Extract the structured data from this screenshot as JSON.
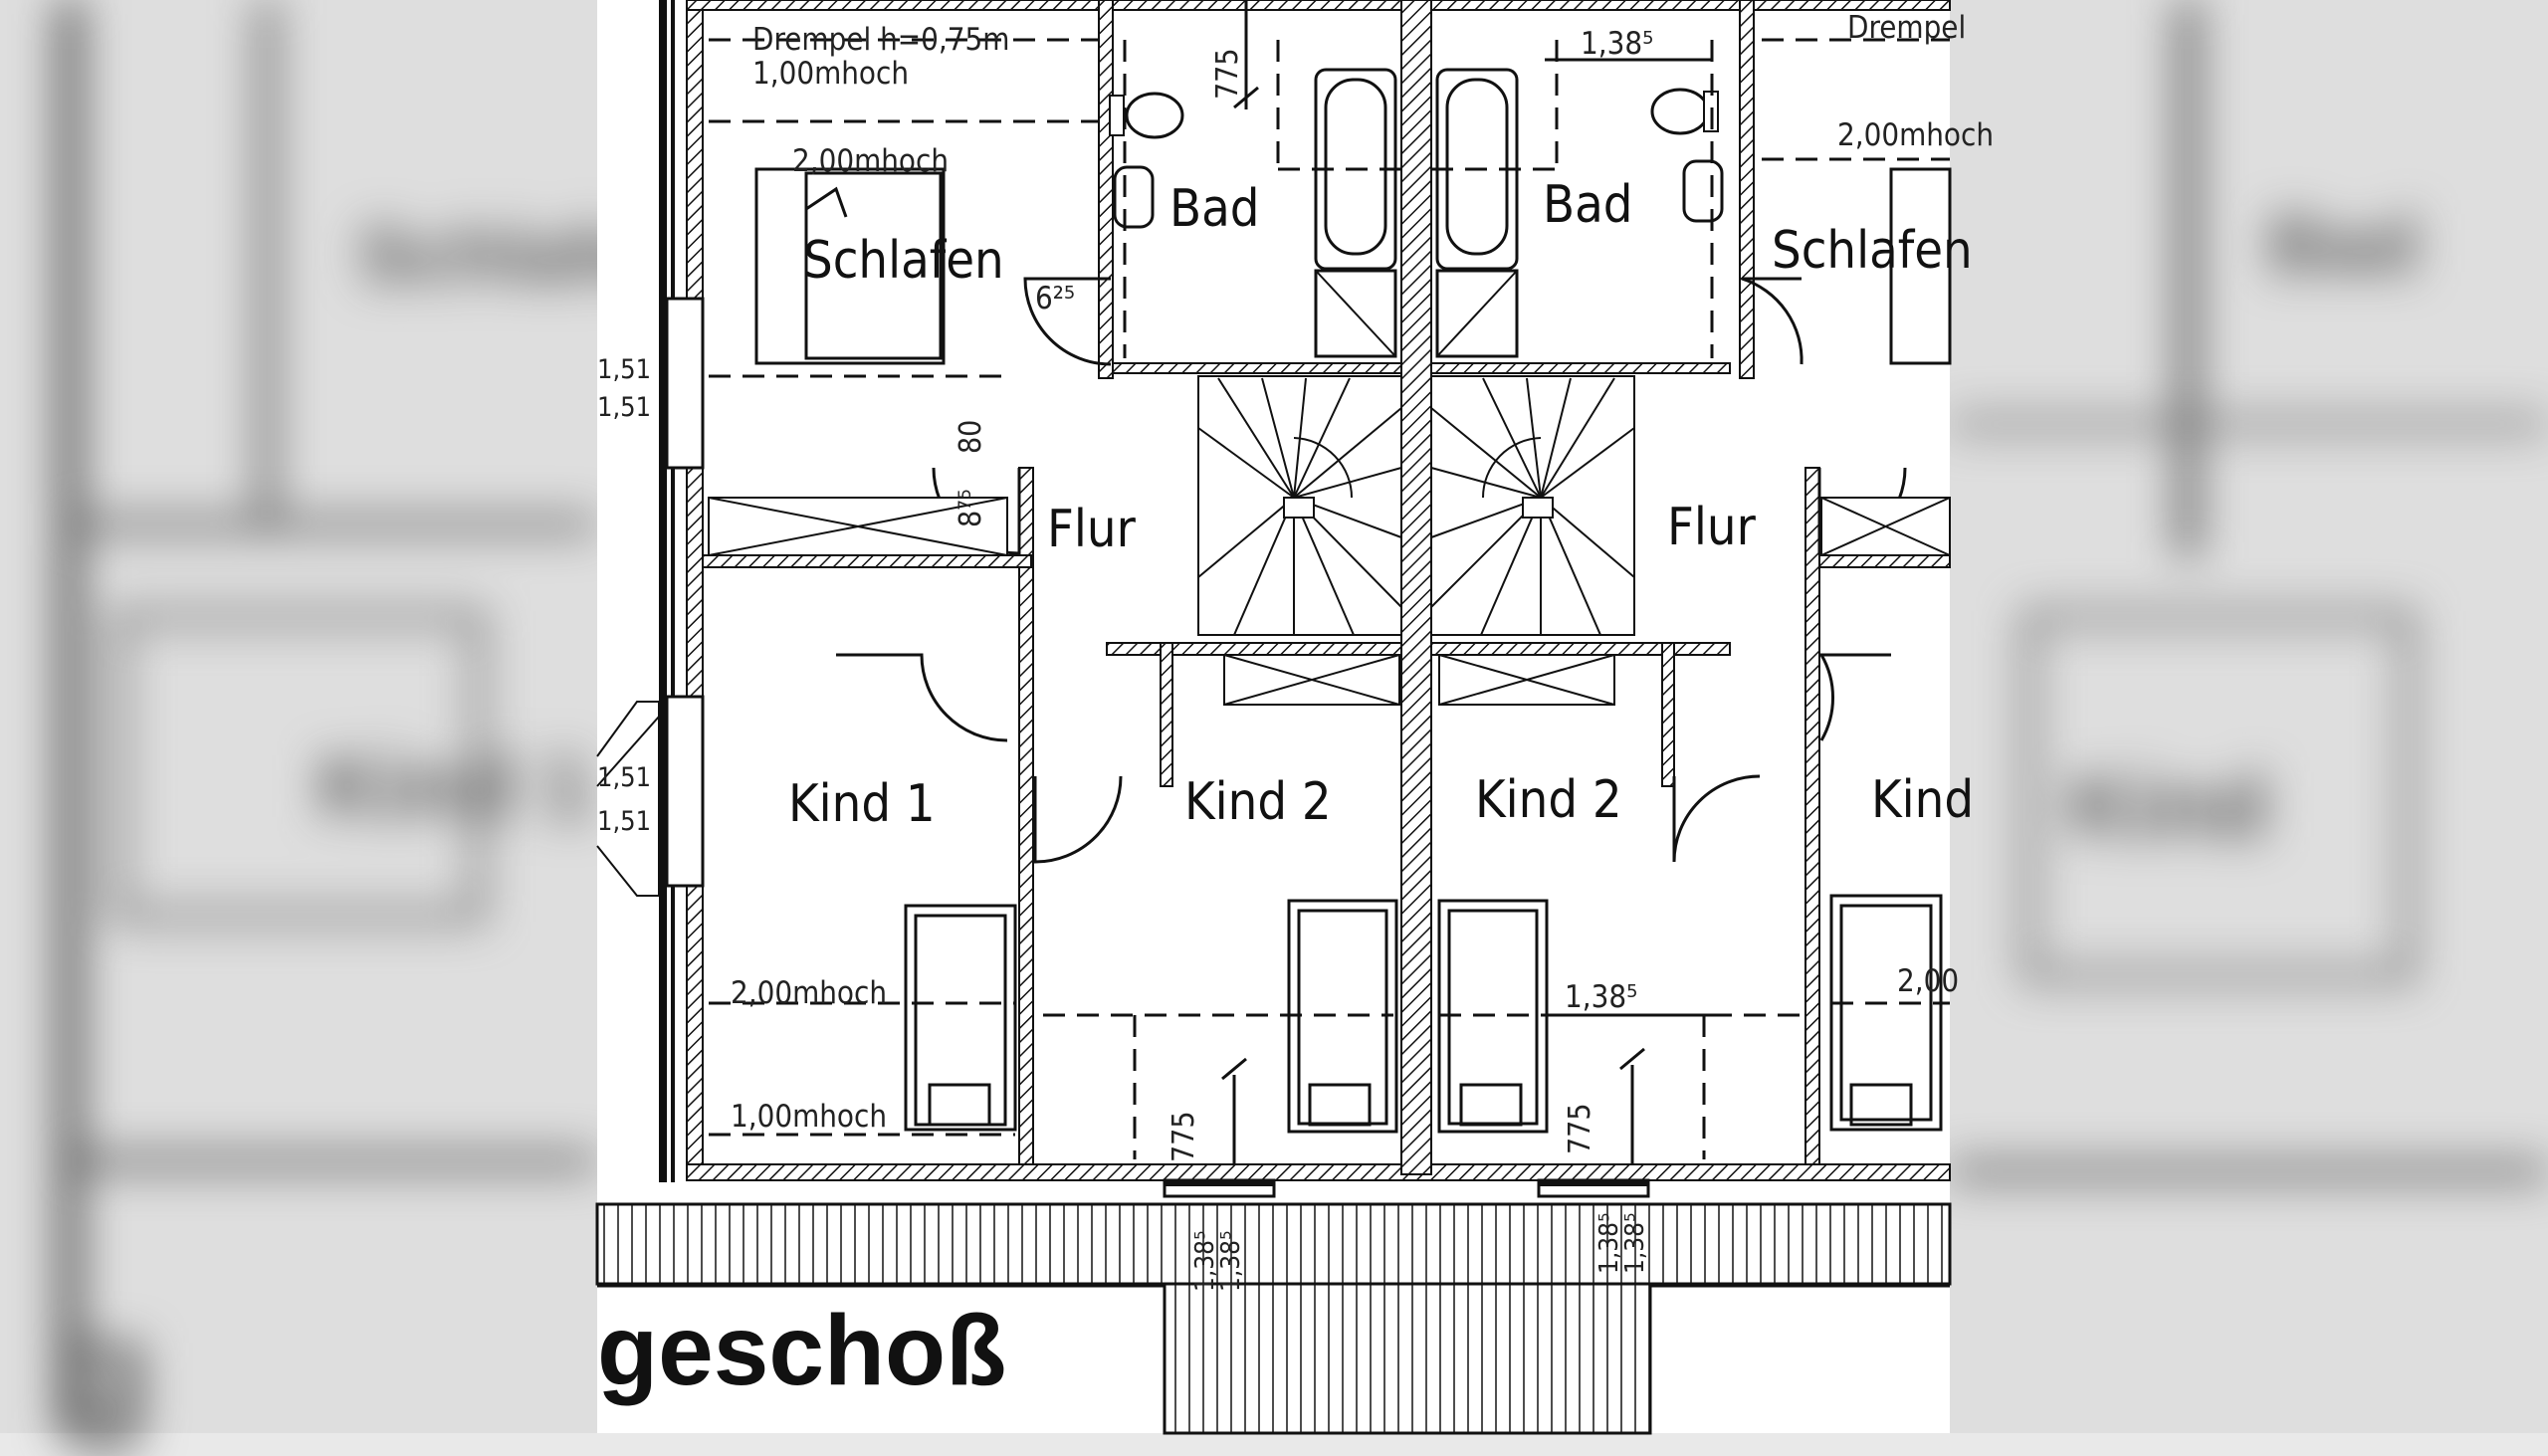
{
  "rooms": {
    "schlafen_left": "Schlafen",
    "schlafen_right": "Schlafen",
    "bad_left": "Bad",
    "bad_right": "Bad",
    "flur_left": "Flur",
    "flur_right": "Flur",
    "kind1_left": "Kind 1",
    "kind2_left": "Kind 2",
    "kind2_right": "Kind 2",
    "kind_right": "Kind"
  },
  "labels": {
    "drempel": "Drempel h=0,75m",
    "drempel_right": "Drempel",
    "h1_top": "1,00mhoch",
    "h2_schlafen": "2,00mhoch",
    "h2_schlafen_right": "2,00mhoch",
    "h2_kind1": "2,00mhoch",
    "h1_kind1": "1,00mhoch",
    "h2_kind_right": "2,00"
  },
  "dimensions": {
    "d775_bad": "775",
    "d1385_bad_right": "1,38⁵",
    "d625": "6²⁵",
    "d80": "80",
    "d875": "8⁷⁵",
    "d151_a": "1,51",
    "d151_b": "1,51",
    "d151_c": "1,51",
    "d151_d": "1,51",
    "d1385_kind2": "1,38⁵",
    "d775_kind2_left": "775",
    "d775_kind2_right": "775",
    "d1385_bottom_1": "1,38⁵",
    "d1385_bottom_2": "1,38⁵",
    "d1385_bottom_3": "1,38⁵",
    "d1385_bottom_4": "1,38⁵"
  },
  "caption": "geschoß",
  "blurred_left": [
    "Kind 1",
    "Schlafen"
  ],
  "blurred_right": [
    "Kind",
    "Bad"
  ],
  "colors": {
    "ink": "#111111",
    "paper": "#ffffff",
    "backdrop": "#dedede"
  }
}
